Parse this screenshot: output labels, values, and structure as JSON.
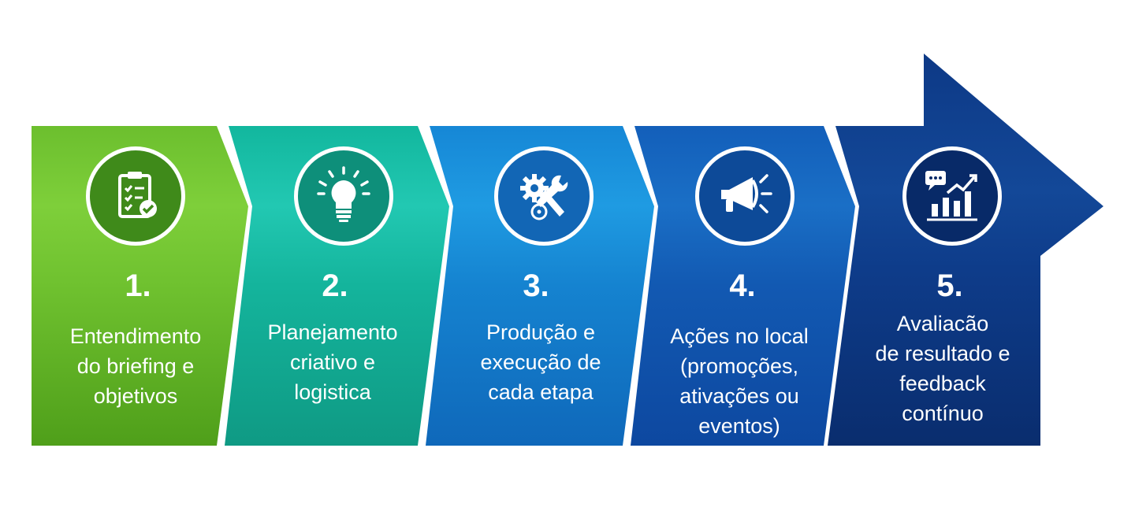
{
  "steps": [
    {
      "number": "1.",
      "lines": [
        "Entendimento",
        "do briefing e",
        "objetivos"
      ],
      "icon": "clipboard-check-icon",
      "color_top": "#7ac943",
      "color_bottom": "#5aab1f",
      "circle_color": "#3f8a1a"
    },
    {
      "number": "2.",
      "lines": [
        "Planejamento",
        "criativo e",
        "logistica"
      ],
      "icon": "lightbulb-icon",
      "color_top": "#1fc4ad",
      "color_bottom": "#13a38c",
      "circle_color": "#0e8f7a"
    },
    {
      "number": "3.",
      "lines": [
        "Produção e",
        "execução de",
        "cada etapa"
      ],
      "icon": "gear-wrench-icon",
      "color_top": "#1b93dc",
      "color_bottom": "#1273c4",
      "circle_color": "#1266b5"
    },
    {
      "number": "4.",
      "lines": [
        "Ações no local",
        "(promoções,",
        "ativações ou",
        "eventos)"
      ],
      "icon": "megaphone-icon",
      "color_top": "#1568be",
      "color_bottom": "#0f52a8",
      "circle_color": "#0d4a98"
    },
    {
      "number": "5.",
      "lines": [
        "Avaliacão",
        "de resultado e",
        "feedback",
        "contínuo"
      ],
      "icon": "chart-feedback-icon",
      "color_top": "#0f3f8e",
      "color_bottom": "#0a2f72",
      "circle_color": "#082a68"
    }
  ]
}
